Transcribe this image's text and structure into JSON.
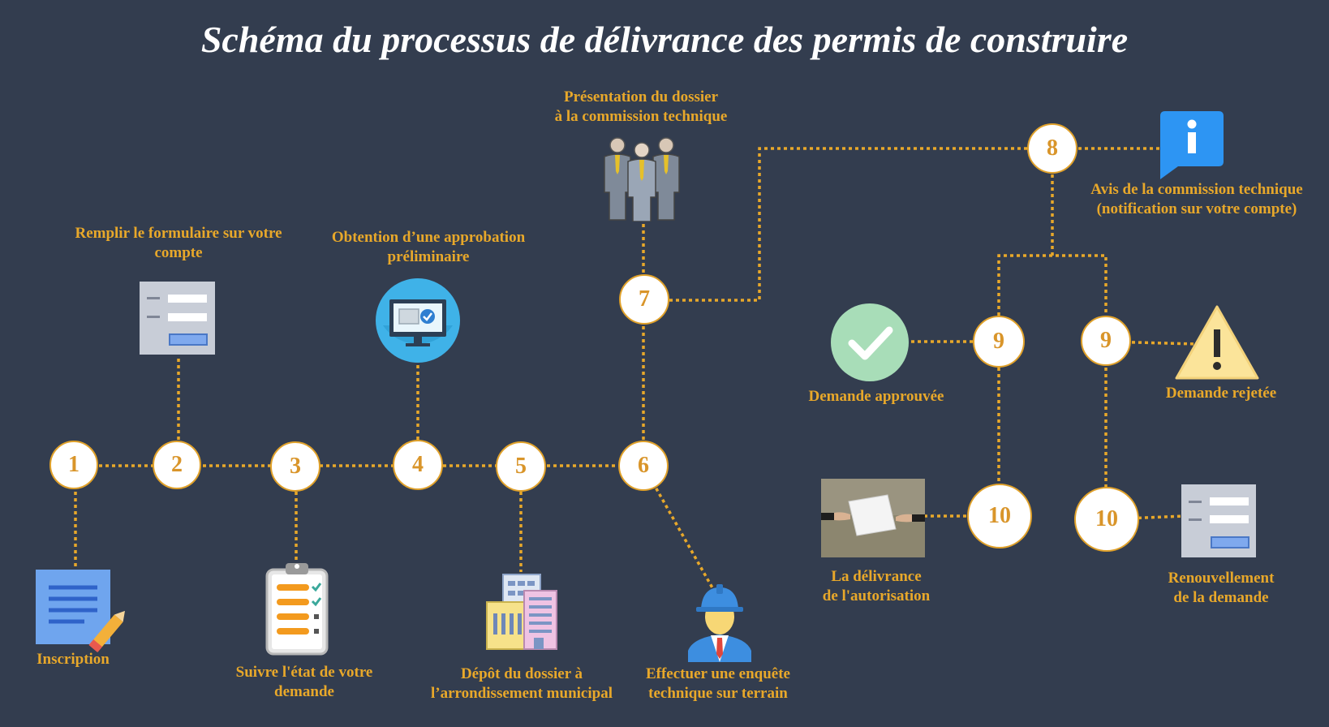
{
  "title": "Schéma du processus de délivrance des permis de construire",
  "colors": {
    "background": "#333d4f",
    "accent": "#e8a82a",
    "title": "#ffffff",
    "node_fill": "#ffffff"
  },
  "nodes": [
    {
      "id": "n1",
      "label": "1"
    },
    {
      "id": "n2",
      "label": "2"
    },
    {
      "id": "n3",
      "label": "3"
    },
    {
      "id": "n4",
      "label": "4"
    },
    {
      "id": "n5",
      "label": "5"
    },
    {
      "id": "n6",
      "label": "6"
    },
    {
      "id": "n7",
      "label": "7"
    },
    {
      "id": "n8",
      "label": "8"
    },
    {
      "id": "n9a",
      "label": "9"
    },
    {
      "id": "n9b",
      "label": "9"
    },
    {
      "id": "n10a",
      "label": "10"
    },
    {
      "id": "n10b",
      "label": "10"
    }
  ],
  "labels": {
    "inscription": "Inscription",
    "formulaire_l1": "Remplir le formulaire sur votre",
    "formulaire_l2": "compte",
    "suivre_l1": "Suivre l'état de votre",
    "suivre_l2": "demande",
    "approbation_l1": "Obtention d’une approbation",
    "approbation_l2": "préliminaire",
    "depot_l1": "Dépôt du dossier à",
    "depot_l2": "l’arrondissement municipal",
    "enquete_l1": "Effectuer une enquête",
    "enquete_l2": "technique sur terrain",
    "presentation_l1": "Présentation du dossier",
    "presentation_l2": "à la commission technique",
    "avis_l1": "Avis de la commission technique",
    "avis_l2": "(notification sur votre compte)",
    "approuvee": "Demande approuvée",
    "rejetee": "Demande rejetée",
    "delivrance_l1": "La délivrance",
    "delivrance_l2": "de l'autorisation",
    "renouvellement_l1": "Renouvellement",
    "renouvellement_l2": "de la demande"
  },
  "icons": [
    "document-pencil-icon",
    "form-icon",
    "clipboard-checklist-icon",
    "monitor-check-icon",
    "buildings-icon",
    "engineer-icon",
    "business-people-icon",
    "info-message-icon",
    "checkmark-circle-icon",
    "warning-triangle-icon",
    "handover-document-icon",
    "form-renewal-icon"
  ]
}
